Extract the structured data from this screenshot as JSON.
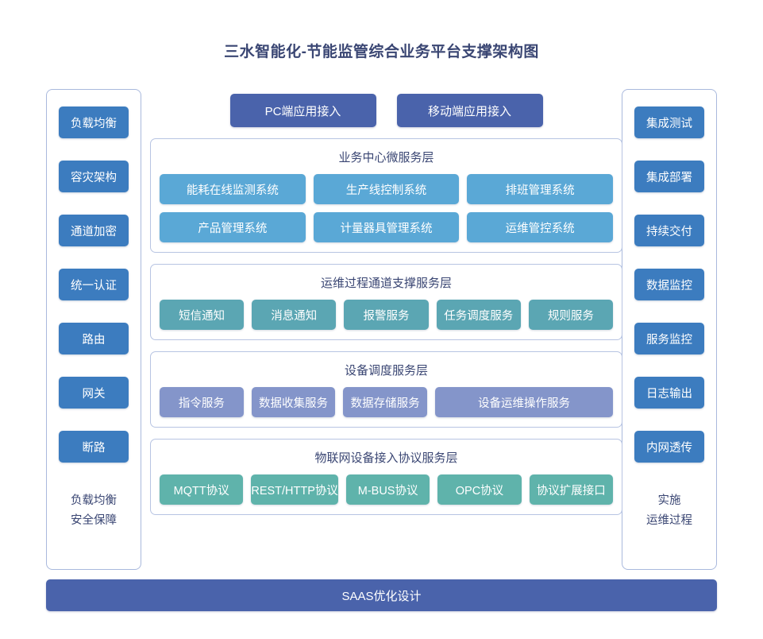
{
  "title": "三水智能化-节能监管综合业务平台支撑架构图",
  "colors": {
    "title_text": "#3a4673",
    "sidebar_button": "#3c7cbf",
    "access_button": "#4a63ab",
    "business_block": "#5aa8d6",
    "ops_block": "#5ba6b3",
    "device_block": "#8495ca",
    "protocol_block": "#5fb3ab",
    "panel_border": "#b7c4e2",
    "saas_bar": "#4a63ab"
  },
  "left_column": {
    "items": [
      {
        "label": "负载均衡"
      },
      {
        "label": "容灾架构"
      },
      {
        "label": "通道加密"
      },
      {
        "label": "统一认证"
      },
      {
        "label": "路由"
      },
      {
        "label": "网关"
      },
      {
        "label": "断路"
      }
    ],
    "footer_line1": "负载均衡",
    "footer_line2": "安全保障"
  },
  "right_column": {
    "items": [
      {
        "label": "集成测试"
      },
      {
        "label": "集成部署"
      },
      {
        "label": "持续交付"
      },
      {
        "label": "数据监控"
      },
      {
        "label": "服务监控"
      },
      {
        "label": "日志输出"
      },
      {
        "label": "内网透传"
      }
    ],
    "footer_line1": "实施",
    "footer_line2": "运维过程"
  },
  "access": {
    "pc": "PC端应用接入",
    "mobile": "移动端应用接入"
  },
  "layers": [
    {
      "title": "业务中心微服务层",
      "rows": [
        [
          {
            "label": "能耗在线监测系统"
          },
          {
            "label": "生产线控制系统"
          },
          {
            "label": "排班管理系统"
          }
        ],
        [
          {
            "label": "产品管理系统"
          },
          {
            "label": "计量器具管理系统"
          },
          {
            "label": "运维管控系统"
          }
        ]
      ]
    },
    {
      "title": "运维过程通道支撑服务层",
      "rows": [
        [
          {
            "label": "短信通知"
          },
          {
            "label": "消息通知"
          },
          {
            "label": "报警服务"
          },
          {
            "label": "任务调度服务"
          },
          {
            "label": "规则服务"
          }
        ]
      ]
    },
    {
      "title": "设备调度服务层",
      "rows": [
        [
          {
            "label": "指令服务"
          },
          {
            "label": "数据收集服务"
          },
          {
            "label": "数据存储服务"
          },
          {
            "label": "设备运维操作服务",
            "wide": true
          }
        ]
      ]
    },
    {
      "title": "物联网设备接入协议服务层",
      "rows": [
        [
          {
            "label": "MQTT协议"
          },
          {
            "label": "REST/HTTP协议"
          },
          {
            "label": "M-BUS协议"
          },
          {
            "label": "OPC协议"
          },
          {
            "label": "协议扩展接口"
          }
        ]
      ]
    }
  ],
  "saas_bar": "SAAS优化设计"
}
